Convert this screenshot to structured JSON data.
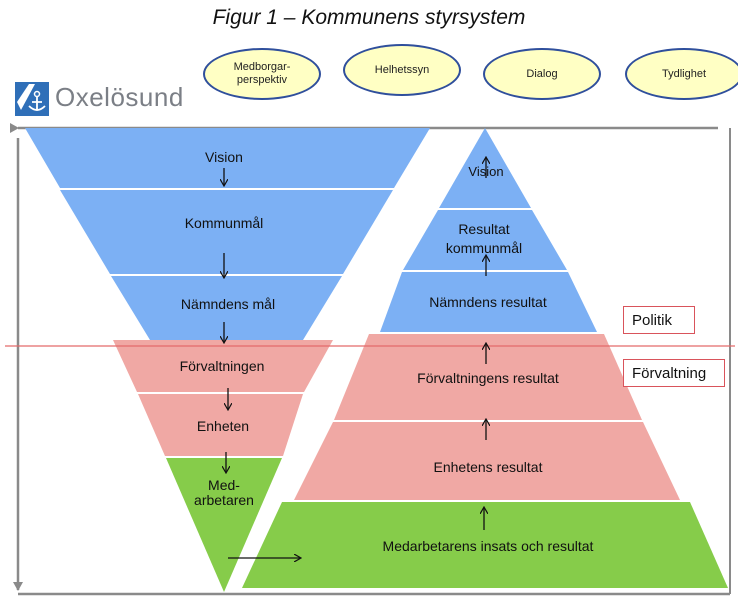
{
  "title": "Figur 1 – Kommunens styrsystem",
  "values": [
    "Medborgar-perspektiv",
    "Helhetssyn",
    "Dialog",
    "Tydlighet"
  ],
  "logo": {
    "name": "Oxelösund"
  },
  "labels": {
    "politics": "Politik",
    "administration": "Förvaltning"
  },
  "funnel": {
    "vision": "Vision",
    "kommunmal": "Kommunmål",
    "namndens_mal": "Nämndens mål",
    "forvaltningen": "Förvaltningen",
    "enheten": "Enheten",
    "medarbetaren_1": "Med-",
    "medarbetaren_2": "arbetaren"
  },
  "pyramid": {
    "vision": "Vision",
    "resultat_1": "Resultat",
    "resultat_2": "kommunmål",
    "namndens_resultat": "Nämndens resultat",
    "forvaltningens_resultat": "Förvaltningens resultat",
    "enhetens_resultat": "Enhetens resultat",
    "medarbetarens": "Medarbetarens insats och resultat"
  },
  "colors": {
    "blue": "#7cb0f4",
    "pink": "#f0a8a4",
    "green": "#86cc4a",
    "value_fill": "#ffffc4",
    "value_border": "#2f4f9c",
    "divider": "#e46a6a"
  }
}
